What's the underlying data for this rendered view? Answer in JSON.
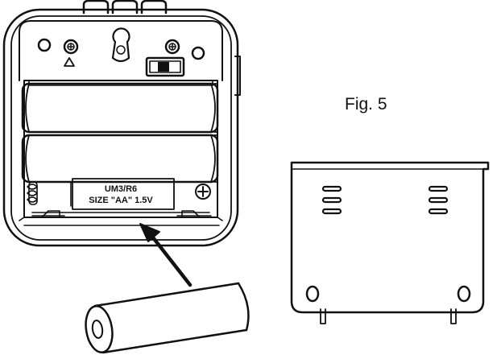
{
  "figure": {
    "caption": "Fig. 5",
    "battery_label": {
      "line1": "UM3/R6",
      "line2": "SIZE \"AA\" 1.5V"
    }
  },
  "colors": {
    "stroke": "#111111",
    "background": "#ffffff"
  }
}
